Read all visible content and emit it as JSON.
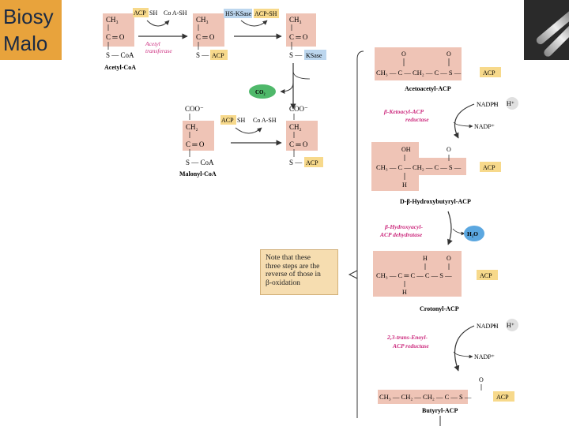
{
  "slide": {
    "title_line1": "Biosy",
    "title_line2": "Malo"
  },
  "colors": {
    "accent_orange": "#e8a33c",
    "acp_yellow": "#f7d98b",
    "ksase_blue": "#bcd6ee",
    "acyl_pink": "#efc4b6",
    "enzyme_magenta": "#cc2b7e",
    "co2_green": "#4fb86a",
    "water_blue": "#5ba7e0"
  },
  "top_scheme": {
    "acetyl": {
      "ch3": "CH₃",
      "co": "C ═ O",
      "s_coa": "S — CoA",
      "label": "Acetyl-CoA"
    },
    "acp_sh_1": "ACP",
    "sh_1": "SH",
    "coa_sh_1": "Co A-SH",
    "enzyme_1": "Acetyl",
    "enzyme_1b": "transferase",
    "mid_acp": {
      "ch3": "CH₃",
      "co": "C ═ O",
      "s": "S —",
      "acp": "ACP"
    },
    "hs_ksase": "HS-KSase",
    "acp_sh_2": "ACP-SH",
    "right_ks": {
      "ch3": "CH₃",
      "co": "C ═ O",
      "s": "S —",
      "ksase": "KSase"
    },
    "co2": "CO₂"
  },
  "malonyl": {
    "coo": "COO⁻",
    "ch2": "CH₂",
    "co": "C ═ O",
    "s_coa": "S — CoA",
    "label": "Malonyl-CoA",
    "acp_sh": "ACP",
    "sh": "SH",
    "coa_sh": "Co A-SH",
    "product": {
      "coo": "COO⁻",
      "ch2": "CH₂",
      "co": "C ═ O",
      "s": "S —",
      "acp": "ACP"
    }
  },
  "pathway": {
    "acetoacetyl": {
      "formula_left": "CH₃ — C — CH₂ — C — S —",
      "acp": "ACP",
      "o": "O",
      "label": "Acetoacetyl-ACP"
    },
    "step1": {
      "nadph": "NADPH",
      "plus": "+",
      "h": "H⁺",
      "enzyme1": "β-Ketoacyl-ACP",
      "enzyme2": "reductase",
      "nadp": "NADP⁺"
    },
    "hydroxy": {
      "oh": "OH",
      "o": "O",
      "formula": "CH₃ — C — CH₂ — C — S —",
      "h": "H",
      "acp": "ACP",
      "label": "D-β-Hydroxybutyryl-ACP"
    },
    "step2": {
      "enzyme1": "β-Hydroxyacyl-",
      "enzyme2": "ACP dehydratase",
      "water": "H₂O"
    },
    "crotonyl": {
      "h_top": "H",
      "o": "O",
      "formula": "CH₃ — C ═ C — C — S —",
      "h_bot": "H",
      "acp": "ACP",
      "label": "Crotonyl-ACP"
    },
    "step3": {
      "nadph": "NADPH",
      "plus": "+",
      "h": "H⁺",
      "enzyme1": "2,3-trans-Enoyl-",
      "enzyme2": "ACP reductase",
      "nadp": "NADP⁺"
    },
    "butyryl": {
      "o": "O",
      "formula": "CH₃ — CH₂ — CH₂ — C — S —",
      "acp": "ACP",
      "label": "Butyryl-ACP"
    }
  },
  "note": {
    "line1": "Note that these",
    "line2": "three steps are the",
    "line3": "reverse of those in",
    "line4": "β-oxidation"
  }
}
